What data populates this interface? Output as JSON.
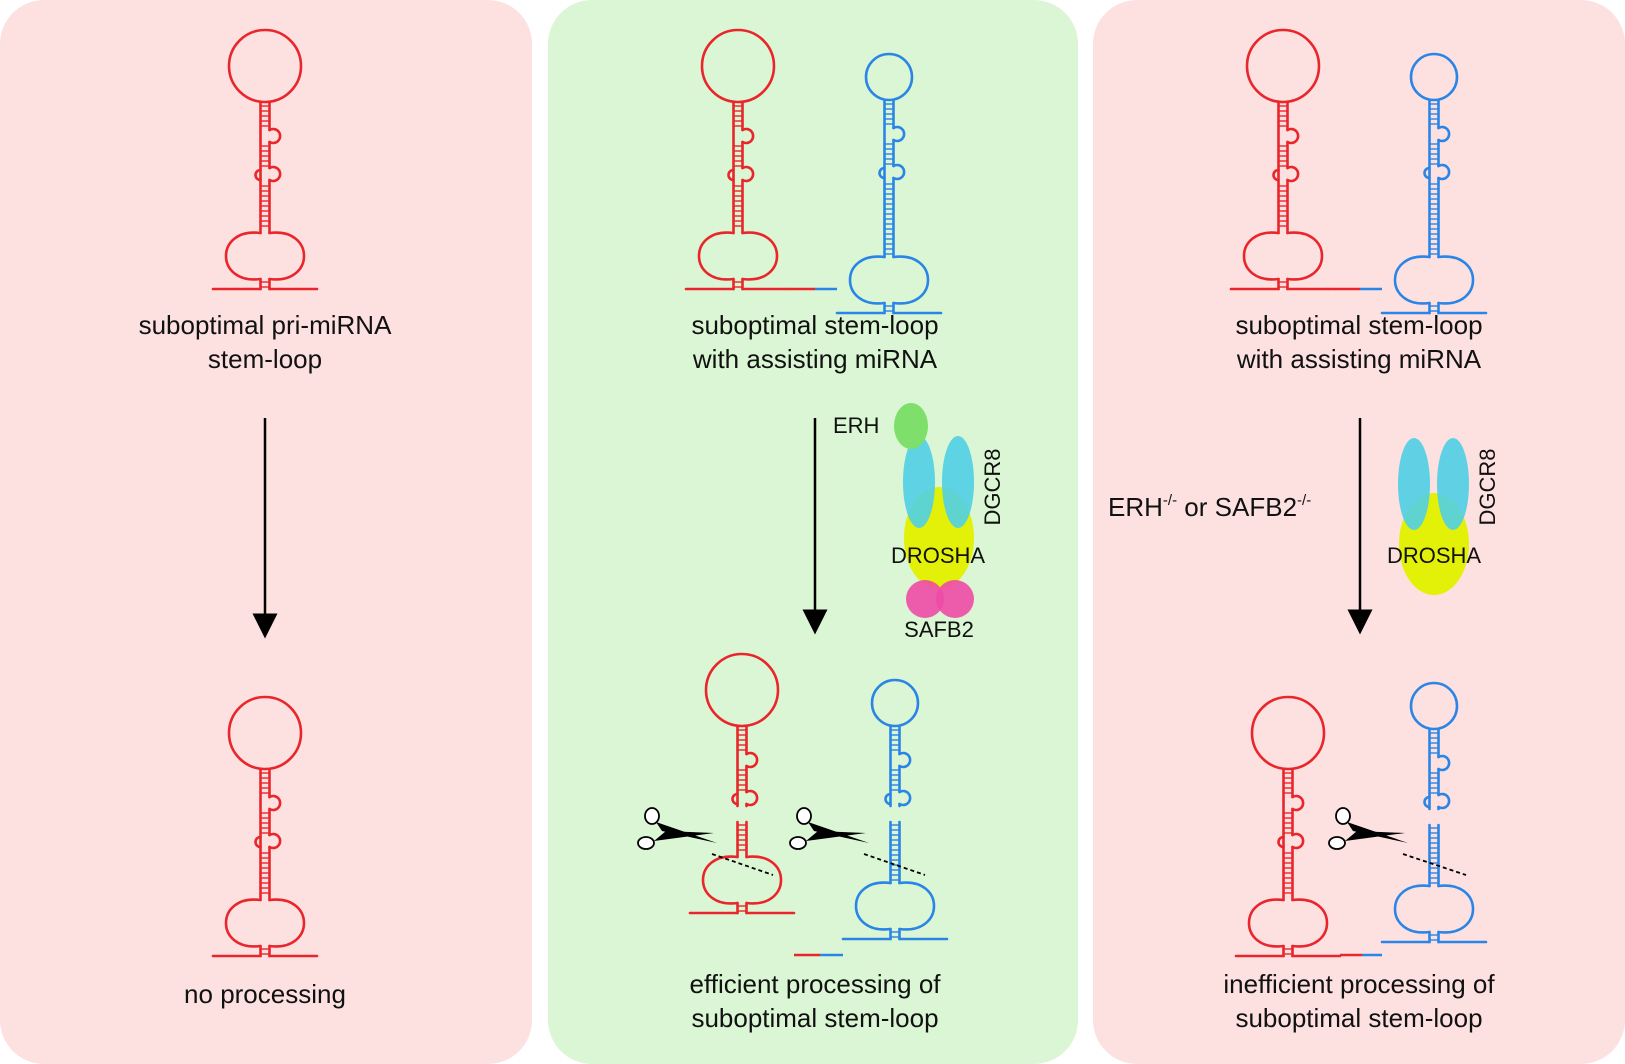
{
  "colors": {
    "panel_inhibited": "#fde1e1",
    "panel_active": "#dbf6d4",
    "rna_red": "#e8262b",
    "rna_blue": "#2a85e6",
    "erh": "#7ee06a",
    "dgcr8": "#4fcfe6",
    "drosha": "#e3f007",
    "safb2": "#ee4aa6"
  },
  "panels": [
    {
      "top_label": [
        "suboptimal pri-miRNA",
        "stem-loop"
      ],
      "bottom_label": [
        "no processing"
      ]
    },
    {
      "top_label": [
        "suboptimal stem-loop",
        "with assisting miRNA"
      ],
      "bottom_label": [
        "efficient processing of",
        "suboptimal stem-loop"
      ],
      "proteins": {
        "erh": "ERH",
        "dgcr8": "DGCR8",
        "drosha": "DROSHA",
        "safb2": "SAFB2"
      }
    },
    {
      "top_label": [
        "suboptimal stem-loop",
        "with assisting miRNA"
      ],
      "bottom_label": [
        "inefficient processing of",
        "suboptimal stem-loop"
      ],
      "condition": {
        "erh": "ERH",
        "erh_sup": "-/-",
        "or": " or ",
        "safb2": "SAFB2",
        "safb2_sup": "-/-"
      },
      "proteins": {
        "dgcr8": "DGCR8",
        "drosha": "DROSHA"
      }
    }
  ]
}
